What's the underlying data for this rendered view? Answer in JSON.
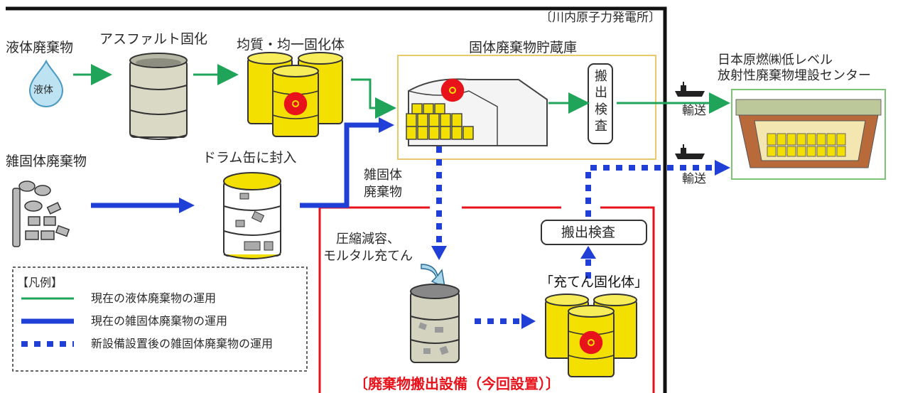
{
  "site": {
    "plant_label": "〔川内原子力発電所〕"
  },
  "process": {
    "liquid_waste": "液体廃棄物",
    "liquid_drop_label": "液体",
    "asphalt": "アスファルト固化",
    "homogeneous": "均質・均一固化体",
    "storage": "固体廃棄物貯蔵庫",
    "ship_out_inspection": "搬出検査",
    "transport_1": "輸送",
    "transport_2": "輸送",
    "disposal_center_line1": "日本原燃㈱低レベル",
    "disposal_center_line2": "放射性廃棄物埋設センター",
    "misc_solid_waste": "雑固体廃棄物",
    "drum_seal": "ドラム缶に封入",
    "misc_solid_arrow_line1": "雑固体",
    "misc_solid_arrow_line2": "廃棄物",
    "compress_line1": "圧縮減容、",
    "compress_line2": "モルタル充てん",
    "filled_solid": "「充てん固化体」",
    "ship_out_inspection_new": "搬出検査",
    "new_facility": "〔廃棄物搬出設備（今回設置）〕"
  },
  "legend": {
    "title": "【凡例】",
    "items": [
      {
        "label": "現在の液体廃棄物の運用",
        "style": "green-line"
      },
      {
        "label": "現在の雑固体廃棄物の運用",
        "style": "blue-thick-line"
      },
      {
        "label": "新設備設置後の雑固体廃棄物の運用",
        "style": "blue-dotted-line"
      }
    ]
  },
  "colors": {
    "green": "#1fa45a",
    "blue": "#1f3fd6",
    "red": "#e8121b",
    "yellow": "#f3e000",
    "storage_border": "#e9c96a",
    "center_border": "#7cc576",
    "drum_gray": "#d7d7c8"
  },
  "icons": {
    "drop": "water-drop-icon",
    "radiation": "radiation-trefoil-icon",
    "ship": "cargo-ship-icon",
    "drum": "drum-barrel-icon"
  }
}
